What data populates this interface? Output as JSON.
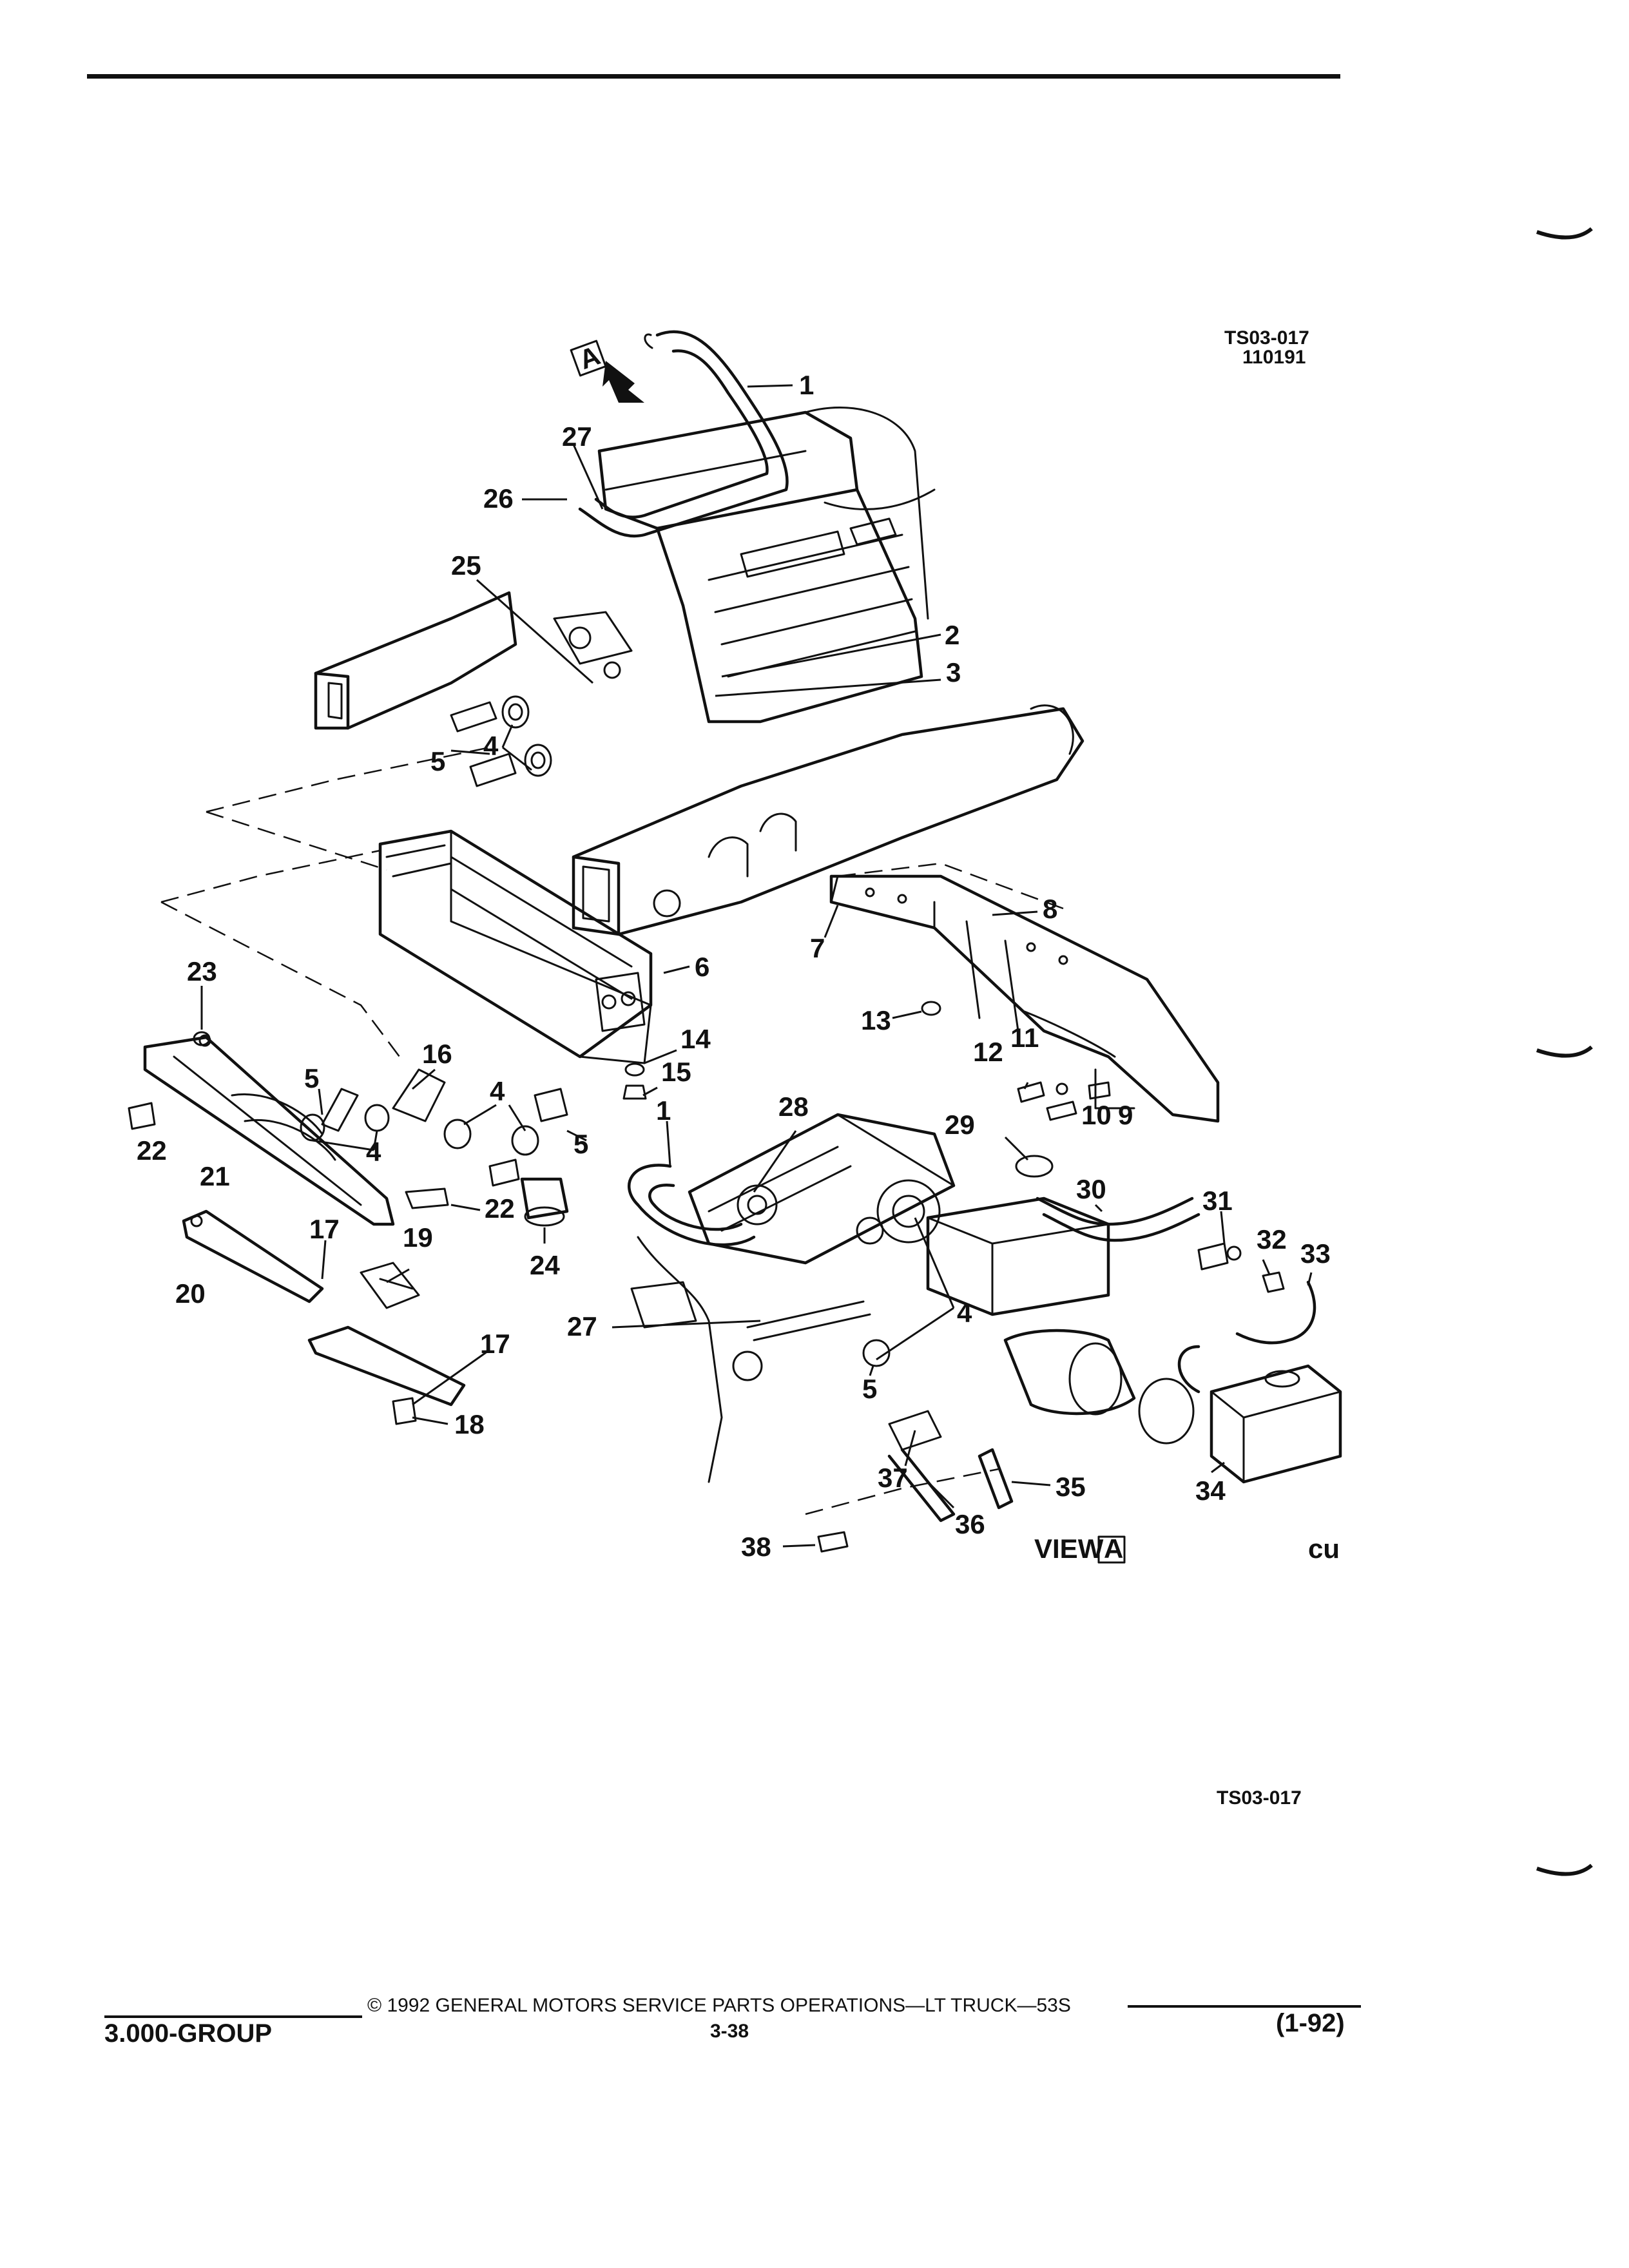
{
  "header": {
    "drawing_code": "TS03-017",
    "drawing_date": "110191"
  },
  "diagram": {
    "view_label": "VIEW",
    "view_ref": "A",
    "arrow_ref": "A",
    "mark": "cu",
    "callouts": [
      "1",
      "27",
      "26",
      "25",
      "2",
      "3",
      "4",
      "5",
      "6",
      "7",
      "8",
      "13",
      "14",
      "15",
      "12",
      "11",
      "10",
      "9",
      "23",
      "5",
      "16",
      "4",
      "5",
      "22",
      "21",
      "4",
      "22",
      "24",
      "17",
      "19",
      "20",
      "17",
      "18",
      "28",
      "1",
      "29",
      "30",
      "31",
      "32",
      "33",
      "27",
      "4",
      "5",
      "34",
      "35",
      "37",
      "36",
      "38"
    ]
  },
  "footer_code": "TS03-017",
  "footer": {
    "copyright": "© 1992 GENERAL MOTORS SERVICE PARTS OPERATIONS—LT TRUCK—53S",
    "group": "3.000-GROUP",
    "page": "3-38",
    "date": "(1-92)"
  }
}
